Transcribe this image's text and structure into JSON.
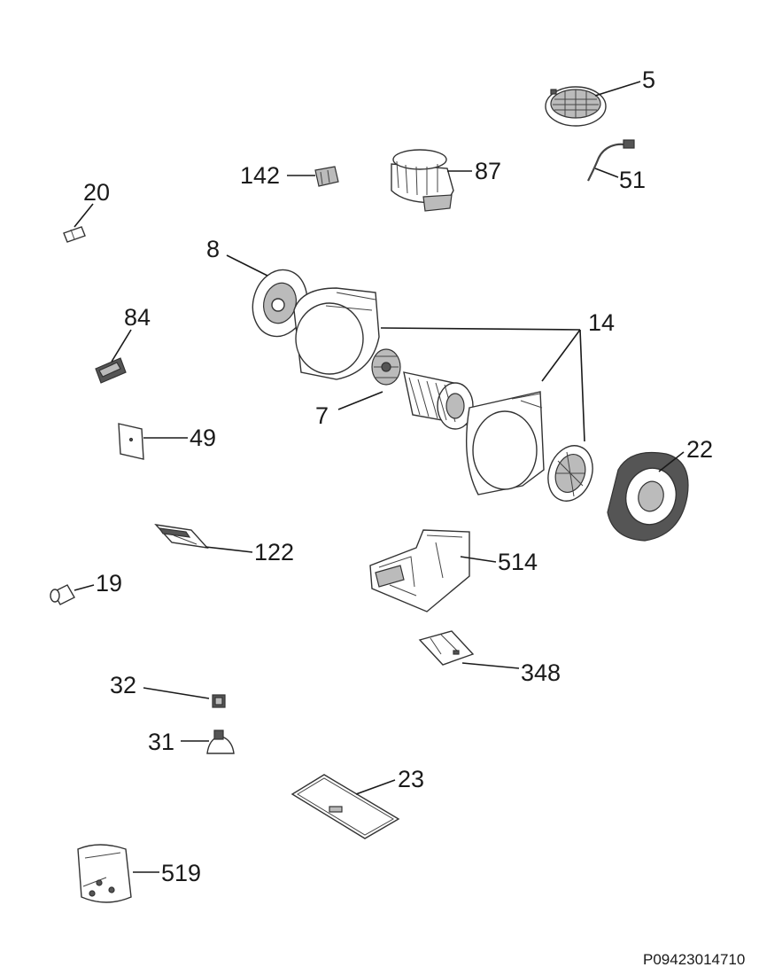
{
  "diagram_code": "P09423014710",
  "parts": {
    "p5": "5",
    "p51": "51",
    "p87": "87",
    "p142": "142",
    "p20": "20",
    "p8": "8",
    "p14": "14",
    "p84": "84",
    "p7": "7",
    "p49": "49",
    "p22": "22",
    "p122": "122",
    "p514": "514",
    "p19": "19",
    "p348": "348",
    "p32": "32",
    "p31": "31",
    "p23": "23",
    "p519": "519"
  }
}
